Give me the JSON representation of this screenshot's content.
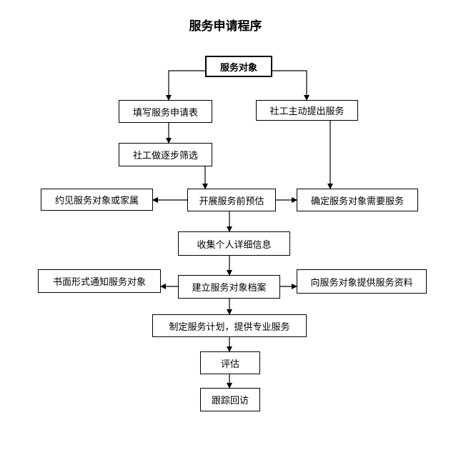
{
  "title": "服务申请程序",
  "nodes": {
    "client": "服务对象",
    "fill_form": "填写服务申请表",
    "social_worker_offer": "社工主动提出服务",
    "screening": "社工做逐步筛选",
    "appointment": "约见服务对象或家属",
    "pre_assessment": "开展服务前预估",
    "confirm_needs": "确定服务对象需要服务",
    "collect_info": "收集个人详细信息",
    "written_notice": "书面形式通知服务对象",
    "build_file": "建立服务对象档案",
    "provide_info": "向服务对象提供服务资料",
    "plan_service": "制定服务计划，提供专业服务",
    "evaluate": "评估",
    "follow_up": "跟踪回访"
  }
}
